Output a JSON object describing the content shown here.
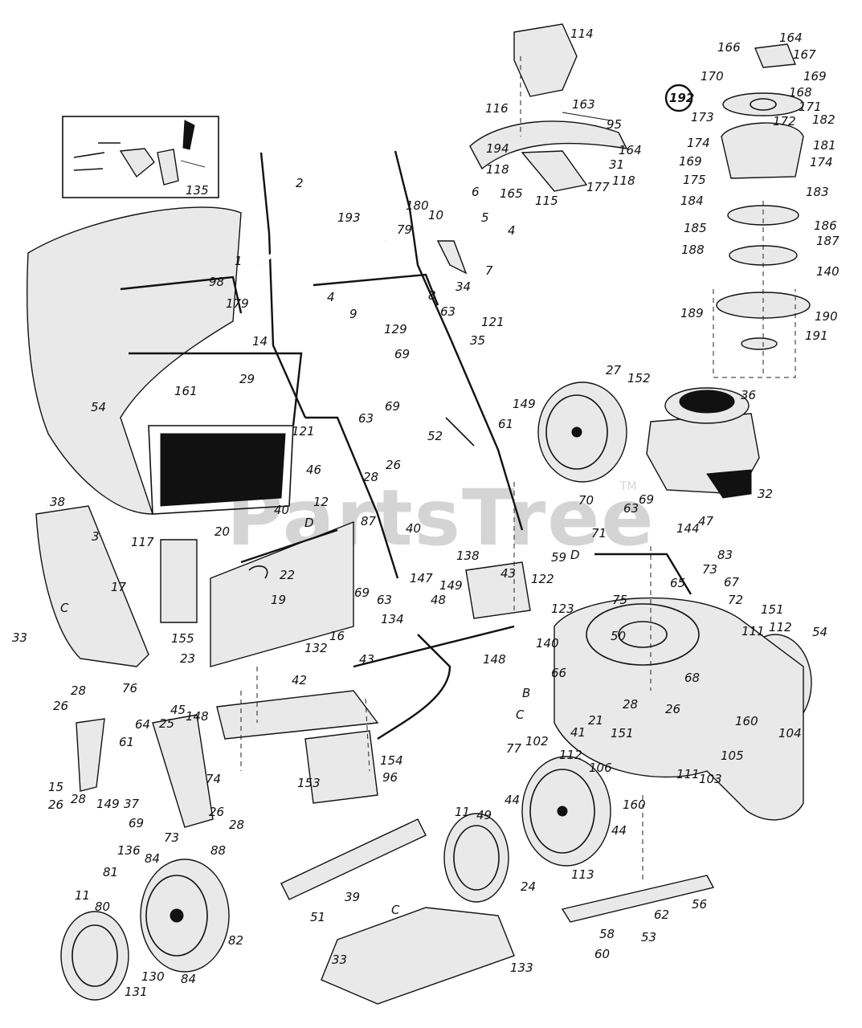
{
  "watermark": {
    "text": "PartsTree",
    "tm": "TM"
  },
  "callout_circle": "192",
  "inset_label": "135",
  "labels": {
    "l114": "114",
    "l116": "116",
    "l163": "163",
    "l95": "95",
    "l164a": "164",
    "l194": "194",
    "l31": "31",
    "l118a": "118",
    "l118b": "118",
    "l165": "165",
    "l115": "115",
    "l177": "177",
    "l166": "166",
    "l164b": "164",
    "l167": "167",
    "l169a": "169",
    "l170": "170",
    "l168": "168",
    "l171": "171",
    "l173": "173",
    "l172": "172",
    "l182": "182",
    "l174a": "174",
    "l181": "181",
    "l169b": "169",
    "l174b": "174",
    "l175": "175",
    "l183": "183",
    "l184": "184",
    "l185": "185",
    "l186": "186",
    "l187": "187",
    "l188": "188",
    "l140a": "140",
    "l189": "189",
    "l190": "190",
    "l191": "191",
    "l2": "2",
    "l180": "180",
    "l6": "6",
    "l193": "193",
    "l10": "10",
    "l5": "5",
    "l4a": "4",
    "l79": "79",
    "l1": "1",
    "l7": "7",
    "l4b": "4",
    "l9": "9",
    "l8": "8",
    "l34": "34",
    "l129": "129",
    "l63a": "63",
    "l121a": "121",
    "l98": "98",
    "l179": "179",
    "l14": "14",
    "l69a": "69",
    "l35": "35",
    "l29": "29",
    "l63b": "63",
    "l69b": "69",
    "l54a": "54",
    "l161": "161",
    "l52": "52",
    "l121b": "121",
    "l27": "27",
    "l152": "152",
    "l36": "36",
    "l149a": "149",
    "l61a": "61",
    "l32": "32",
    "l46": "46",
    "l26a": "26",
    "l28a": "28",
    "l38": "38",
    "l12": "12",
    "l40a": "40",
    "lD1": "D",
    "l87": "87",
    "l40b": "40",
    "l3": "3",
    "l20": "20",
    "l117": "117",
    "l22": "22",
    "l17": "17",
    "l19": "19",
    "l70": "70",
    "l63c": "63",
    "l69c": "69",
    "l71": "71",
    "lD2": "D",
    "l144": "144",
    "l47": "47",
    "l83": "83",
    "l138": "138",
    "l43a": "43",
    "l59": "59",
    "l65": "65",
    "l73a": "73",
    "l67": "67",
    "l72": "72",
    "l69d": "69",
    "l63d": "63",
    "l147": "147",
    "l149b": "149",
    "l48": "48",
    "l122": "122",
    "l75": "75",
    "l123": "123",
    "l140b": "140",
    "l148a": "148",
    "l151a": "151",
    "l111a": "111",
    "l112a": "112",
    "l54b": "54",
    "l33a": "33",
    "lC1": "C",
    "l155": "155",
    "l23": "23",
    "l16": "16",
    "l134": "134",
    "l132": "132",
    "l43b": "43",
    "l50": "50",
    "l68": "68",
    "l42": "42",
    "l66": "66",
    "lB": "B",
    "lC2": "C",
    "l77": "77",
    "l102": "102",
    "l21": "21",
    "l41": "41",
    "l151b": "151",
    "l112b": "112",
    "l28b": "28",
    "l26b": "26",
    "l160a": "160",
    "l105": "105",
    "l104": "104",
    "l103": "103",
    "l111b": "111",
    "l106": "106",
    "l160b": "160",
    "l28c": "28",
    "l76": "76",
    "l26c": "26",
    "l45": "45",
    "l148b": "148",
    "l64": "64",
    "l25": "25",
    "l15": "15",
    "l61b": "61",
    "l149c": "149",
    "l74": "74",
    "l37": "37",
    "l69e": "69",
    "l26d": "26",
    "l28d": "28",
    "l26e": "26",
    "l28e": "28",
    "l73b": "73",
    "l88": "88",
    "l154": "154",
    "l153": "153",
    "l96": "96",
    "l44a": "44",
    "l44b": "44",
    "l11a": "11",
    "l49": "49",
    "l113": "113",
    "l56": "56",
    "l62": "62",
    "l58": "58",
    "l53": "53",
    "l60": "60",
    "l24": "24",
    "l39": "39",
    "l51": "51",
    "lC3": "C",
    "l33b": "33",
    "l133": "133",
    "l136": "136",
    "l81": "81",
    "l84a": "84",
    "l80": "80",
    "l11b": "11",
    "l82": "82",
    "l130": "130",
    "l84b": "84",
    "l131": "131"
  }
}
